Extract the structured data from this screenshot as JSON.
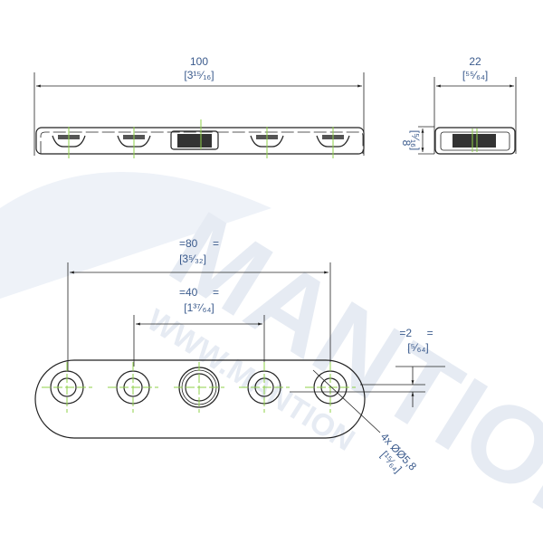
{
  "watermark": {
    "brand": "MANTION",
    "url": "WWW.MANTION"
  },
  "top_view": {
    "length_mm": "100",
    "length_in": "[3¹⁵⁄₁₆]",
    "width_mm": "22",
    "width_in": "[⁵⁵⁄₆₄]",
    "height_mm": "8",
    "height_in": "[⁵⁄₁₆]"
  },
  "plan_view": {
    "outer_spacing_mm": "=80     =",
    "outer_spacing_in": "[3⁵⁄₃₂]",
    "inner_spacing_mm": "=40     =",
    "inner_spacing_in": "[1³⁷⁄₆₄]",
    "offset_mm": "=2     =",
    "offset_in": "[⁵⁄₆₄]",
    "hole_mm": "4x ØØ5,8",
    "hole_in": "[¹⁵⁄₆₄]"
  },
  "colors": {
    "dimension_text": "#3a5a8c",
    "centerline": "#8fd04a",
    "outline": "#222222"
  }
}
